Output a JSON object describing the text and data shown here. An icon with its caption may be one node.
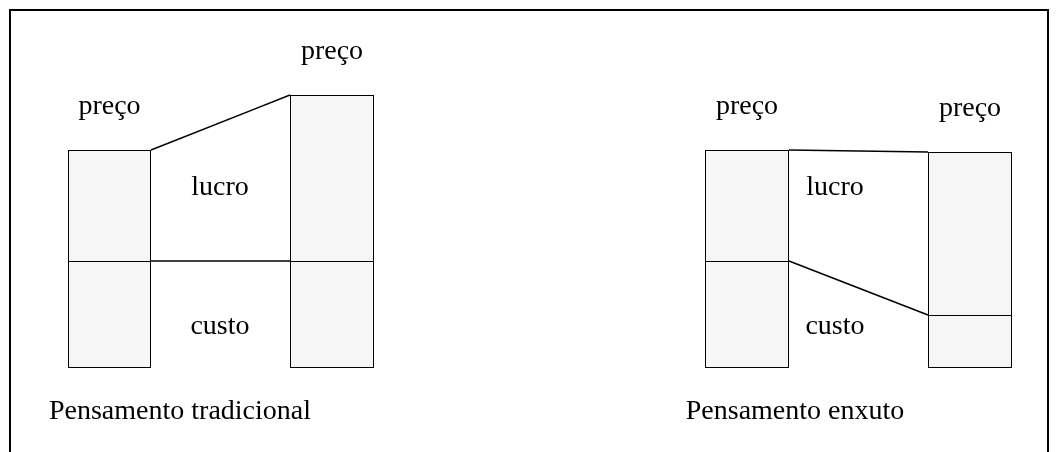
{
  "diagram": {
    "nodes": [
      {
        "text": [],
        "shape": "box",
        "beside": [
          "preço"
        ]
      },
      {
        "text": [],
        "shape": "box"
      },
      {
        "text": [],
        "shape": "box",
        "beside": [
          "preço"
        ]
      },
      {
        "text": [],
        "shape": "box"
      },
      {
        "text": [],
        "shape": "box",
        "beside": [
          "preço"
        ]
      },
      {
        "text": [],
        "shape": "box"
      },
      {
        "text": [],
        "shape": "box",
        "beside": [
          "preço"
        ]
      },
      {
        "text": [],
        "shape": "box"
      }
    ],
    "edges": [
      {
        "from": 0,
        "to": 2,
        "arrow": "none"
      },
      {
        "from": 1,
        "to": 3,
        "arrow": "none"
      },
      {
        "from": 4,
        "to": 6,
        "arrow": "none"
      },
      {
        "from": 5,
        "to": 7,
        "arrow": "none"
      }
    ],
    "labels": [
      "lucro",
      "lucro",
      "custo",
      "custo",
      "Pensamento tradicional",
      "Pensamento enxuto"
    ]
  }
}
